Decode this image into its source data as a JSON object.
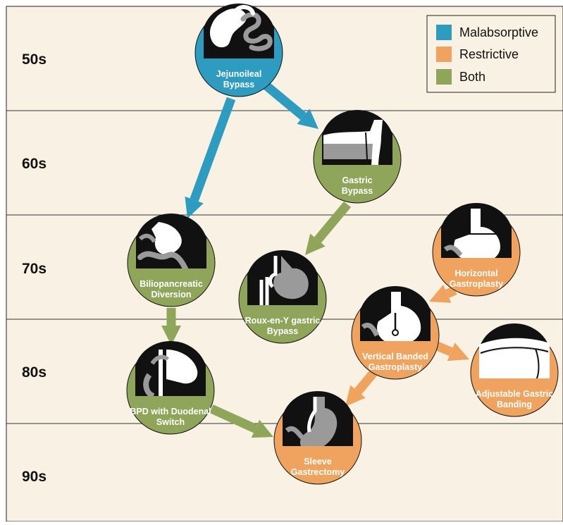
{
  "colors": {
    "malabsorptive": "#2E9BC0",
    "restrictive": "#EFA35E",
    "both": "#8FA55A",
    "background": "#F8F1E4",
    "icon": "#111111"
  },
  "legend": {
    "items": [
      {
        "label": "Malabsorptive",
        "color": "#2E9BC0"
      },
      {
        "label": "Restrictive",
        "color": "#EFA35E"
      },
      {
        "label": "Both",
        "color": "#8FA55A"
      }
    ]
  },
  "eras": [
    "50s",
    "60s",
    "70s",
    "80s",
    "90s"
  ],
  "nodes": [
    {
      "id": "jejunoileal",
      "lines": [
        "Jejunoileal",
        "Bypass"
      ],
      "category": "malabsorptive"
    },
    {
      "id": "gastric-bypass",
      "lines": [
        "Gastric",
        "Bypass"
      ],
      "category": "both"
    },
    {
      "id": "biliopancreatic",
      "lines": [
        "Biliopancreatic",
        "Diversion"
      ],
      "category": "both"
    },
    {
      "id": "roux-en-y",
      "lines": [
        "Roux-en-Y gastric",
        "Bypass"
      ],
      "category": "both"
    },
    {
      "id": "horizontal-gastroplasty",
      "lines": [
        "Horizontal",
        "Gastroplasty"
      ],
      "category": "restrictive"
    },
    {
      "id": "vbg",
      "lines": [
        "Vertical Banded",
        "Gastroplasty"
      ],
      "category": "restrictive"
    },
    {
      "id": "bpd-ds",
      "lines": [
        "BPD with Duodenal",
        "Switch"
      ],
      "category": "both"
    },
    {
      "id": "adjustable-banding",
      "lines": [
        "Adjustable Gastric",
        "Banding"
      ],
      "category": "restrictive"
    },
    {
      "id": "sleeve",
      "lines": [
        "Sleeve",
        "Gastrectomy"
      ],
      "category": "restrictive"
    }
  ],
  "edges": [
    {
      "from": "jejunoileal",
      "to": "biliopancreatic",
      "category": "malabsorptive"
    },
    {
      "from": "jejunoileal",
      "to": "gastric-bypass",
      "category": "malabsorptive"
    },
    {
      "from": "gastric-bypass",
      "to": "roux-en-y",
      "category": "both"
    },
    {
      "from": "biliopancreatic",
      "to": "bpd-ds",
      "category": "both"
    },
    {
      "from": "bpd-ds",
      "to": "sleeve",
      "category": "both"
    },
    {
      "from": "horizontal-gastroplasty",
      "to": "vbg",
      "category": "restrictive"
    },
    {
      "from": "vbg",
      "to": "adjustable-banding",
      "category": "restrictive"
    },
    {
      "from": "vbg",
      "to": "sleeve",
      "category": "restrictive"
    }
  ]
}
